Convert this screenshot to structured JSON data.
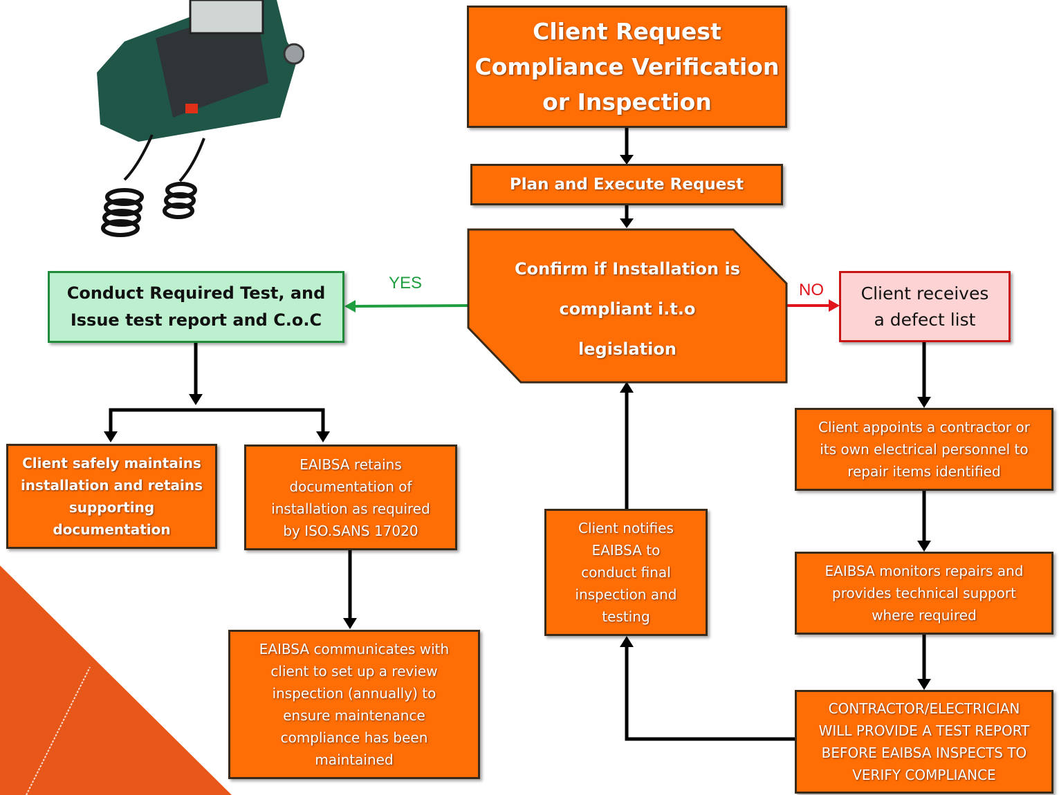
{
  "colors": {
    "box_fill": "#ff6d05",
    "box_border": "#3a2a1a",
    "yes_green": "#1e9e3e",
    "no_red": "#e0141a",
    "decor_orange": "#e8571a"
  },
  "image": {
    "icon": "insulation-tester-device"
  },
  "nodes": {
    "client_request": [
      "Client Request",
      "Compliance Verification",
      "or Inspection"
    ],
    "plan_execute": "Plan and Execute Request",
    "confirm": [
      "Confirm if Installation is",
      "compliant i.t.o",
      "legislation"
    ],
    "conduct_test": [
      "Conduct Required Test, and",
      "Issue test report and C.o.C"
    ],
    "defect_list": [
      "Client receives",
      "a defect list"
    ],
    "maintains": [
      "Client safely maintains",
      "installation and retains",
      "supporting",
      "documentation"
    ],
    "retains_docs": [
      "EAIBSA retains",
      "documentation of",
      "installation as required",
      "by ISO.SANS 17020"
    ],
    "communicates": [
      "EAIBSA communicates with",
      "client to set up a review",
      "inspection (annually) to",
      "ensure maintenance",
      "compliance has been",
      "maintained"
    ],
    "appoints": [
      "Client appoints a contractor or",
      "its own electrical personnel to",
      "repair items identified"
    ],
    "monitors": [
      "EAIBSA monitors repairs and",
      "provides technical support",
      "where required"
    ],
    "contractor_report": [
      "CONTRACTOR/ELECTRICIAN",
      "WILL PROVIDE A TEST REPORT",
      "BEFORE EAIBSA INSPECTS TO",
      "VERIFY COMPLIANCE"
    ],
    "notifies": [
      "Client notifies",
      "EAIBSA to",
      "conduct final",
      "inspection and",
      "testing"
    ]
  },
  "labels": {
    "yes": "YES",
    "no": "NO"
  }
}
